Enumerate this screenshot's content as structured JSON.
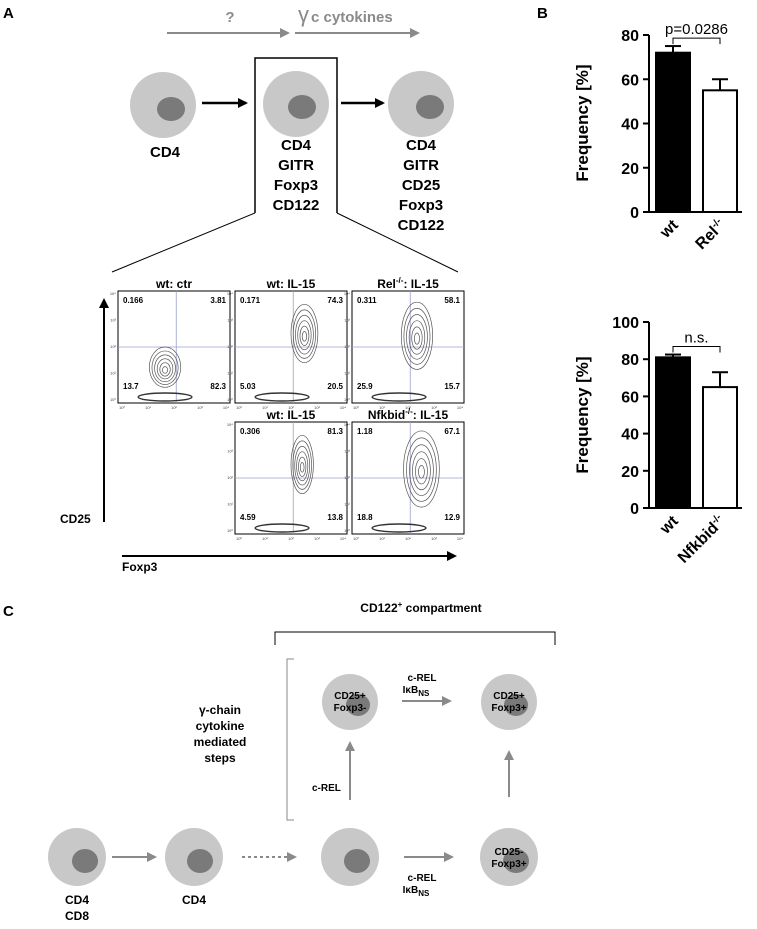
{
  "panels": {
    "a": "A",
    "b": "B",
    "c": "C"
  },
  "panel_a": {
    "top_arrow_left": "?",
    "top_arrow_right_prefix": "γ",
    "top_arrow_right": "c cytokines",
    "cell1_label": [
      "CD4"
    ],
    "cell2_label": [
      "CD4",
      "GITR",
      "Foxp3",
      "CD122"
    ],
    "cell3_label": [
      "CD4",
      "GITR",
      "CD25",
      "Foxp3",
      "CD122"
    ],
    "y_axis": "CD25",
    "x_axis": "Foxp3",
    "facs_plots": [
      {
        "title": "wt: ctr",
        "q_ul": "0.166",
        "q_ur": "3.81",
        "q_ll": "13.7",
        "q_lr": "82.3"
      },
      {
        "title": "wt: IL-15",
        "q_ul": "0.171",
        "q_ur": "74.3",
        "q_ll": "5.03",
        "q_lr": "20.5"
      },
      {
        "title_base": "Rel",
        "title_sup": "-/-",
        "title_tail": ": IL-15",
        "q_ul": "0.311",
        "q_ur": "58.1",
        "q_ll": "25.9",
        "q_lr": "15.7"
      },
      {
        "title": "wt: IL-15",
        "q_ul": "0.306",
        "q_ur": "81.3",
        "q_ll": "4.59",
        "q_lr": "13.8"
      },
      {
        "title_base": "Nfkbid",
        "title_sup": "-/-",
        "title_tail": ": IL-15",
        "q_ul": "1.18",
        "q_ur": "67.1",
        "q_ll": "18.8",
        "q_lr": "12.9"
      }
    ],
    "tick_labels": [
      "10⁰",
      "10¹",
      "10²",
      "10³",
      "10⁴"
    ]
  },
  "chart_data": [
    {
      "type": "bar",
      "categories": [
        "wt",
        "Rel-/-"
      ],
      "category_base": [
        "wt",
        "Rel"
      ],
      "category_sup": [
        "",
        "-/-"
      ],
      "values": [
        72,
        55
      ],
      "errors": [
        3,
        5
      ],
      "fills": [
        "#000000",
        "#ffffff"
      ],
      "ylabel": "Frequency [%]",
      "ylim": [
        0,
        80
      ],
      "yticks": [
        0,
        20,
        40,
        60,
        80
      ],
      "annotation": "p=0.0286"
    },
    {
      "type": "bar",
      "categories": [
        "wt",
        "Nfkbid-/-"
      ],
      "category_base": [
        "wt",
        "Nfkbid"
      ],
      "category_sup": [
        "",
        "-/-"
      ],
      "values": [
        81,
        65
      ],
      "errors": [
        1.5,
        8
      ],
      "fills": [
        "#000000",
        "#ffffff"
      ],
      "ylabel": "Frequency [%]",
      "ylim": [
        0,
        100
      ],
      "yticks": [
        0,
        20,
        40,
        60,
        80,
        100
      ],
      "annotation": "n.s."
    }
  ],
  "panel_c": {
    "compartment": "CD122",
    "compartment_sup": "+",
    "compartment_tail": " compartment",
    "gamma_label": [
      "γ-chain",
      "cytokine",
      "mediated",
      "steps"
    ],
    "cell_cd4cd8": [
      "CD4",
      "CD8"
    ],
    "cell_cd4": [
      "CD4"
    ],
    "cell_tl": [
      "CD25+",
      "Foxp3-"
    ],
    "cell_tr": [
      "CD25+",
      "Foxp3+"
    ],
    "cell_br": [
      "CD25-",
      "Foxp3+"
    ],
    "arrow_top_line1": "c-REL",
    "arrow_top_line2": "IκB",
    "arrow_top_sub": "NS",
    "arrow_bottom_line1": "c-REL",
    "arrow_bottom_line2": "IκB",
    "arrow_bottom_sub": "NS",
    "arrow_vertical": "c-REL"
  },
  "colors": {
    "cell_outer": "#c8c8c8",
    "cell_inner": "#7a7a7a",
    "arrow_gray": "#8a8a8a",
    "contour": "#555555"
  }
}
